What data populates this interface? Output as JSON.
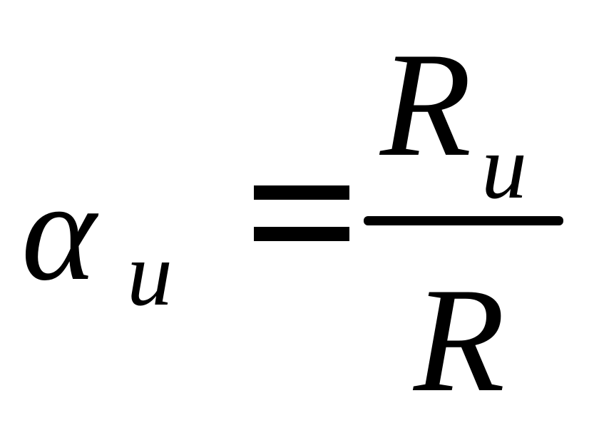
{
  "formula": {
    "lhs": {
      "symbol": "α",
      "subscript": "u"
    },
    "operator": "=",
    "fraction": {
      "numerator": {
        "symbol": "R",
        "subscript": "u"
      },
      "denominator": {
        "symbol": "R"
      }
    }
  }
}
